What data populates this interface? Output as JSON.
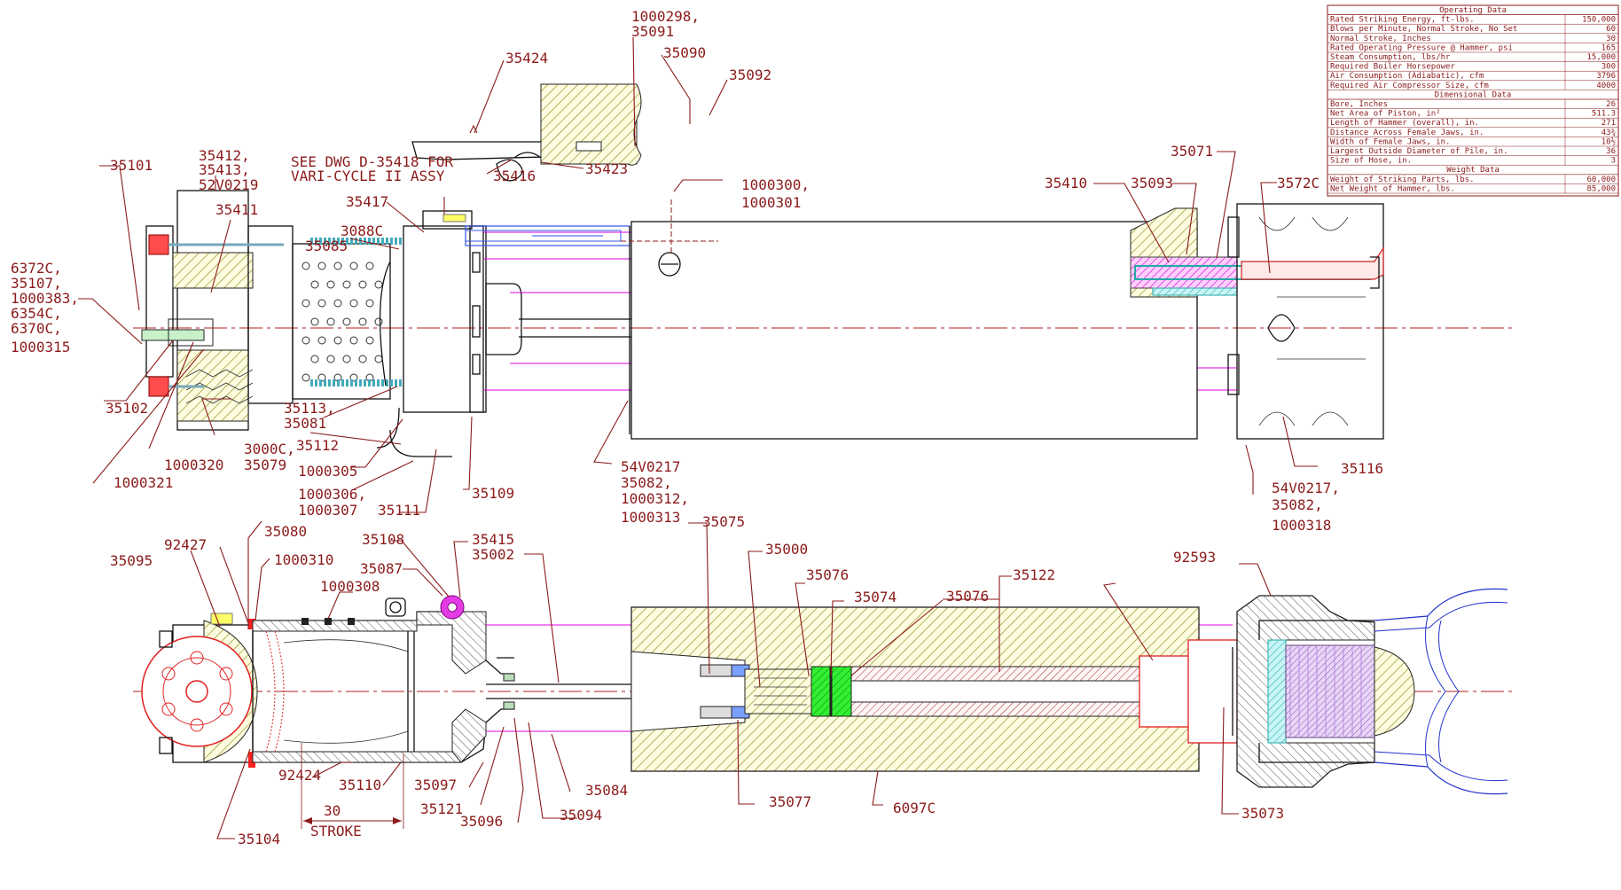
{
  "title_block": {
    "operating_header": "Operating Data",
    "operating_rows": [
      {
        "label": "Rated Striking Energy, ft-lbs.",
        "value": "150,000"
      },
      {
        "label": "Blows per Minute, Normal Stroke, No Set",
        "value": "60"
      },
      {
        "label": "Normal Stroke, Inches",
        "value": "30"
      },
      {
        "label": "Rated Operating Pressure @ Hammer, psi",
        "value": "165"
      },
      {
        "label": "Steam Consumption, lbs/hr",
        "value": "15,000"
      },
      {
        "label": "Required Boiler Horsepower",
        "value": "300"
      },
      {
        "label": "Air Consumption (Adiabatic), cfm",
        "value": "3796"
      },
      {
        "label": "Required Air Compressor Size, cfm",
        "value": "4000"
      }
    ],
    "dimensional_header": "Dimensional Data",
    "dimensional_rows": [
      {
        "label": "Bore, Inches",
        "value": "26"
      },
      {
        "label": "Net Area of Piston, in²",
        "value": "511.3"
      },
      {
        "label": "Length of Hammer (overall), in.",
        "value": "271"
      },
      {
        "label": "Distance Across Female Jaws, in.",
        "value": "43¾"
      },
      {
        "label": "Width of Female Jaws, in.",
        "value": "10½"
      },
      {
        "label": "Largest Outside Diameter of Pile, in.",
        "value": "36"
      },
      {
        "label": "Size of Hose, in.",
        "value": "3"
      }
    ],
    "weight_header": "Weight Data",
    "weight_rows": [
      {
        "label": "Weight of Striking Parts, lbs.",
        "value": "60,000"
      },
      {
        "label": "Net Weight of Hammer, lbs.",
        "value": "85,000"
      }
    ]
  },
  "callouts": {
    "c35424": "35424",
    "c1000298": "1000298,",
    "c35091": "35091",
    "c35090": "35090",
    "c35092": "35092",
    "c35416": "35416",
    "c35423": "35423",
    "c35101": "35101",
    "c35412": "35412,",
    "c35413": "35413,",
    "c52V0219": "52V0219",
    "c35411": "35411",
    "c_see1": "SEE DWG D-35418 FOR",
    "c_see2": "VARI-CYCLE II ASSY",
    "c35417": "35417",
    "c3088C": "3088C",
    "c35085": "35085",
    "c6372C": "6372C,",
    "c35107": "35107,",
    "c1000383": "1000383,",
    "c6354C": "6354C,",
    "c6370C": "6370C,",
    "c1000315": "1000315",
    "c1000300": "1000300,",
    "c1000301": "1000301",
    "c35410": "35410",
    "c35093": "35093",
    "c35071": "35071",
    "c3572C": "3572C",
    "c35102": "35102",
    "c35113": "35113,",
    "c35081": "35081",
    "c35112": "35112",
    "c1000320": "1000320",
    "c3000C": "3000C,",
    "c35079": "35079",
    "c1000305": "1000305",
    "c1000321": "1000321",
    "c1000306": "1000306,",
    "c1000307": "1000307",
    "c35111": "35111",
    "c35109": "35109",
    "c54V0217a": "54V0217",
    "c35082a": "35082,",
    "c1000312": "1000312,",
    "c1000313": "1000313",
    "c35116": "35116",
    "c54V0217b": "54V0217,",
    "c35082b": "35082,",
    "c1000318": "1000318",
    "c35080": "35080",
    "c92427": "92427",
    "c35095": "35095",
    "c1000310": "1000310",
    "c1000308": "1000308",
    "c35108": "35108",
    "c35087": "35087",
    "c35415": "35415",
    "c35002": "35002",
    "c35075": "35075",
    "c35000": "35000",
    "c35076a": "35076",
    "c35074": "35074",
    "c35076b": "35076",
    "c35122": "35122",
    "c92593": "92593",
    "c92424": "92424",
    "c35110": "35110",
    "c35097": "35097",
    "c35121": "35121",
    "c35096": "35096",
    "c35094": "35094",
    "c35084": "35084",
    "c35077": "35077",
    "c6097C": "6097C",
    "c35073": "35073",
    "c35104": "35104",
    "c30": "30",
    "cSTROKE": "STROKE"
  }
}
